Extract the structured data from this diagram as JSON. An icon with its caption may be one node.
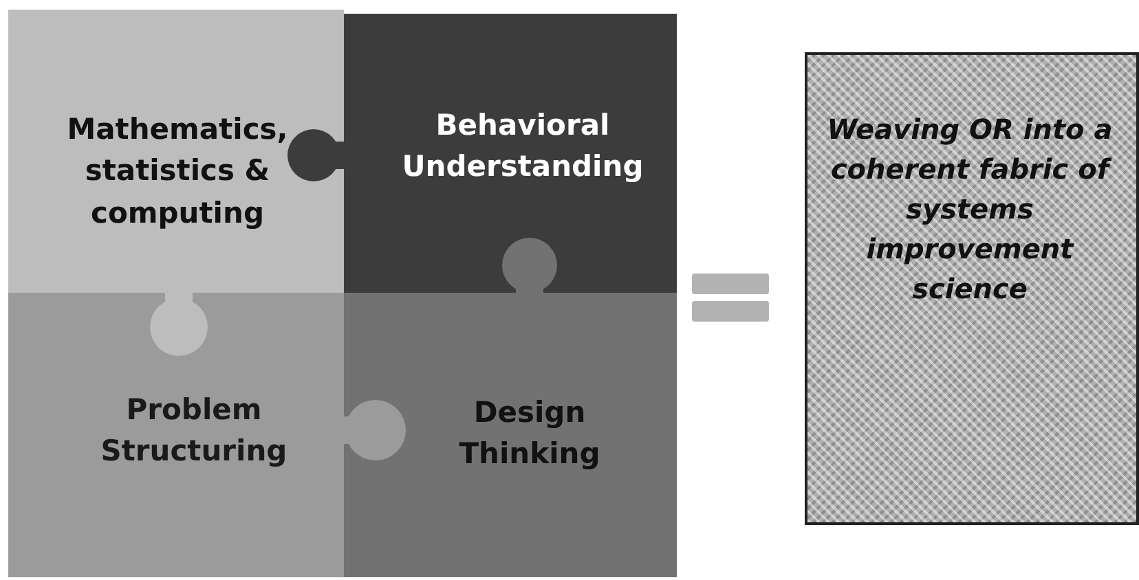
{
  "diagram": {
    "nodes": [
      {
        "text": [
          "Mathematics, statistics & computing"
        ]
      },
      {
        "text": [
          "Behavioral Understanding"
        ]
      },
      {
        "text": [
          "Problem Structuring"
        ]
      },
      {
        "text": [
          "Design Thinking"
        ]
      },
      {
        "text": [
          "Weaving OR into a coherent fabric of systems improvement science"
        ]
      }
    ]
  }
}
